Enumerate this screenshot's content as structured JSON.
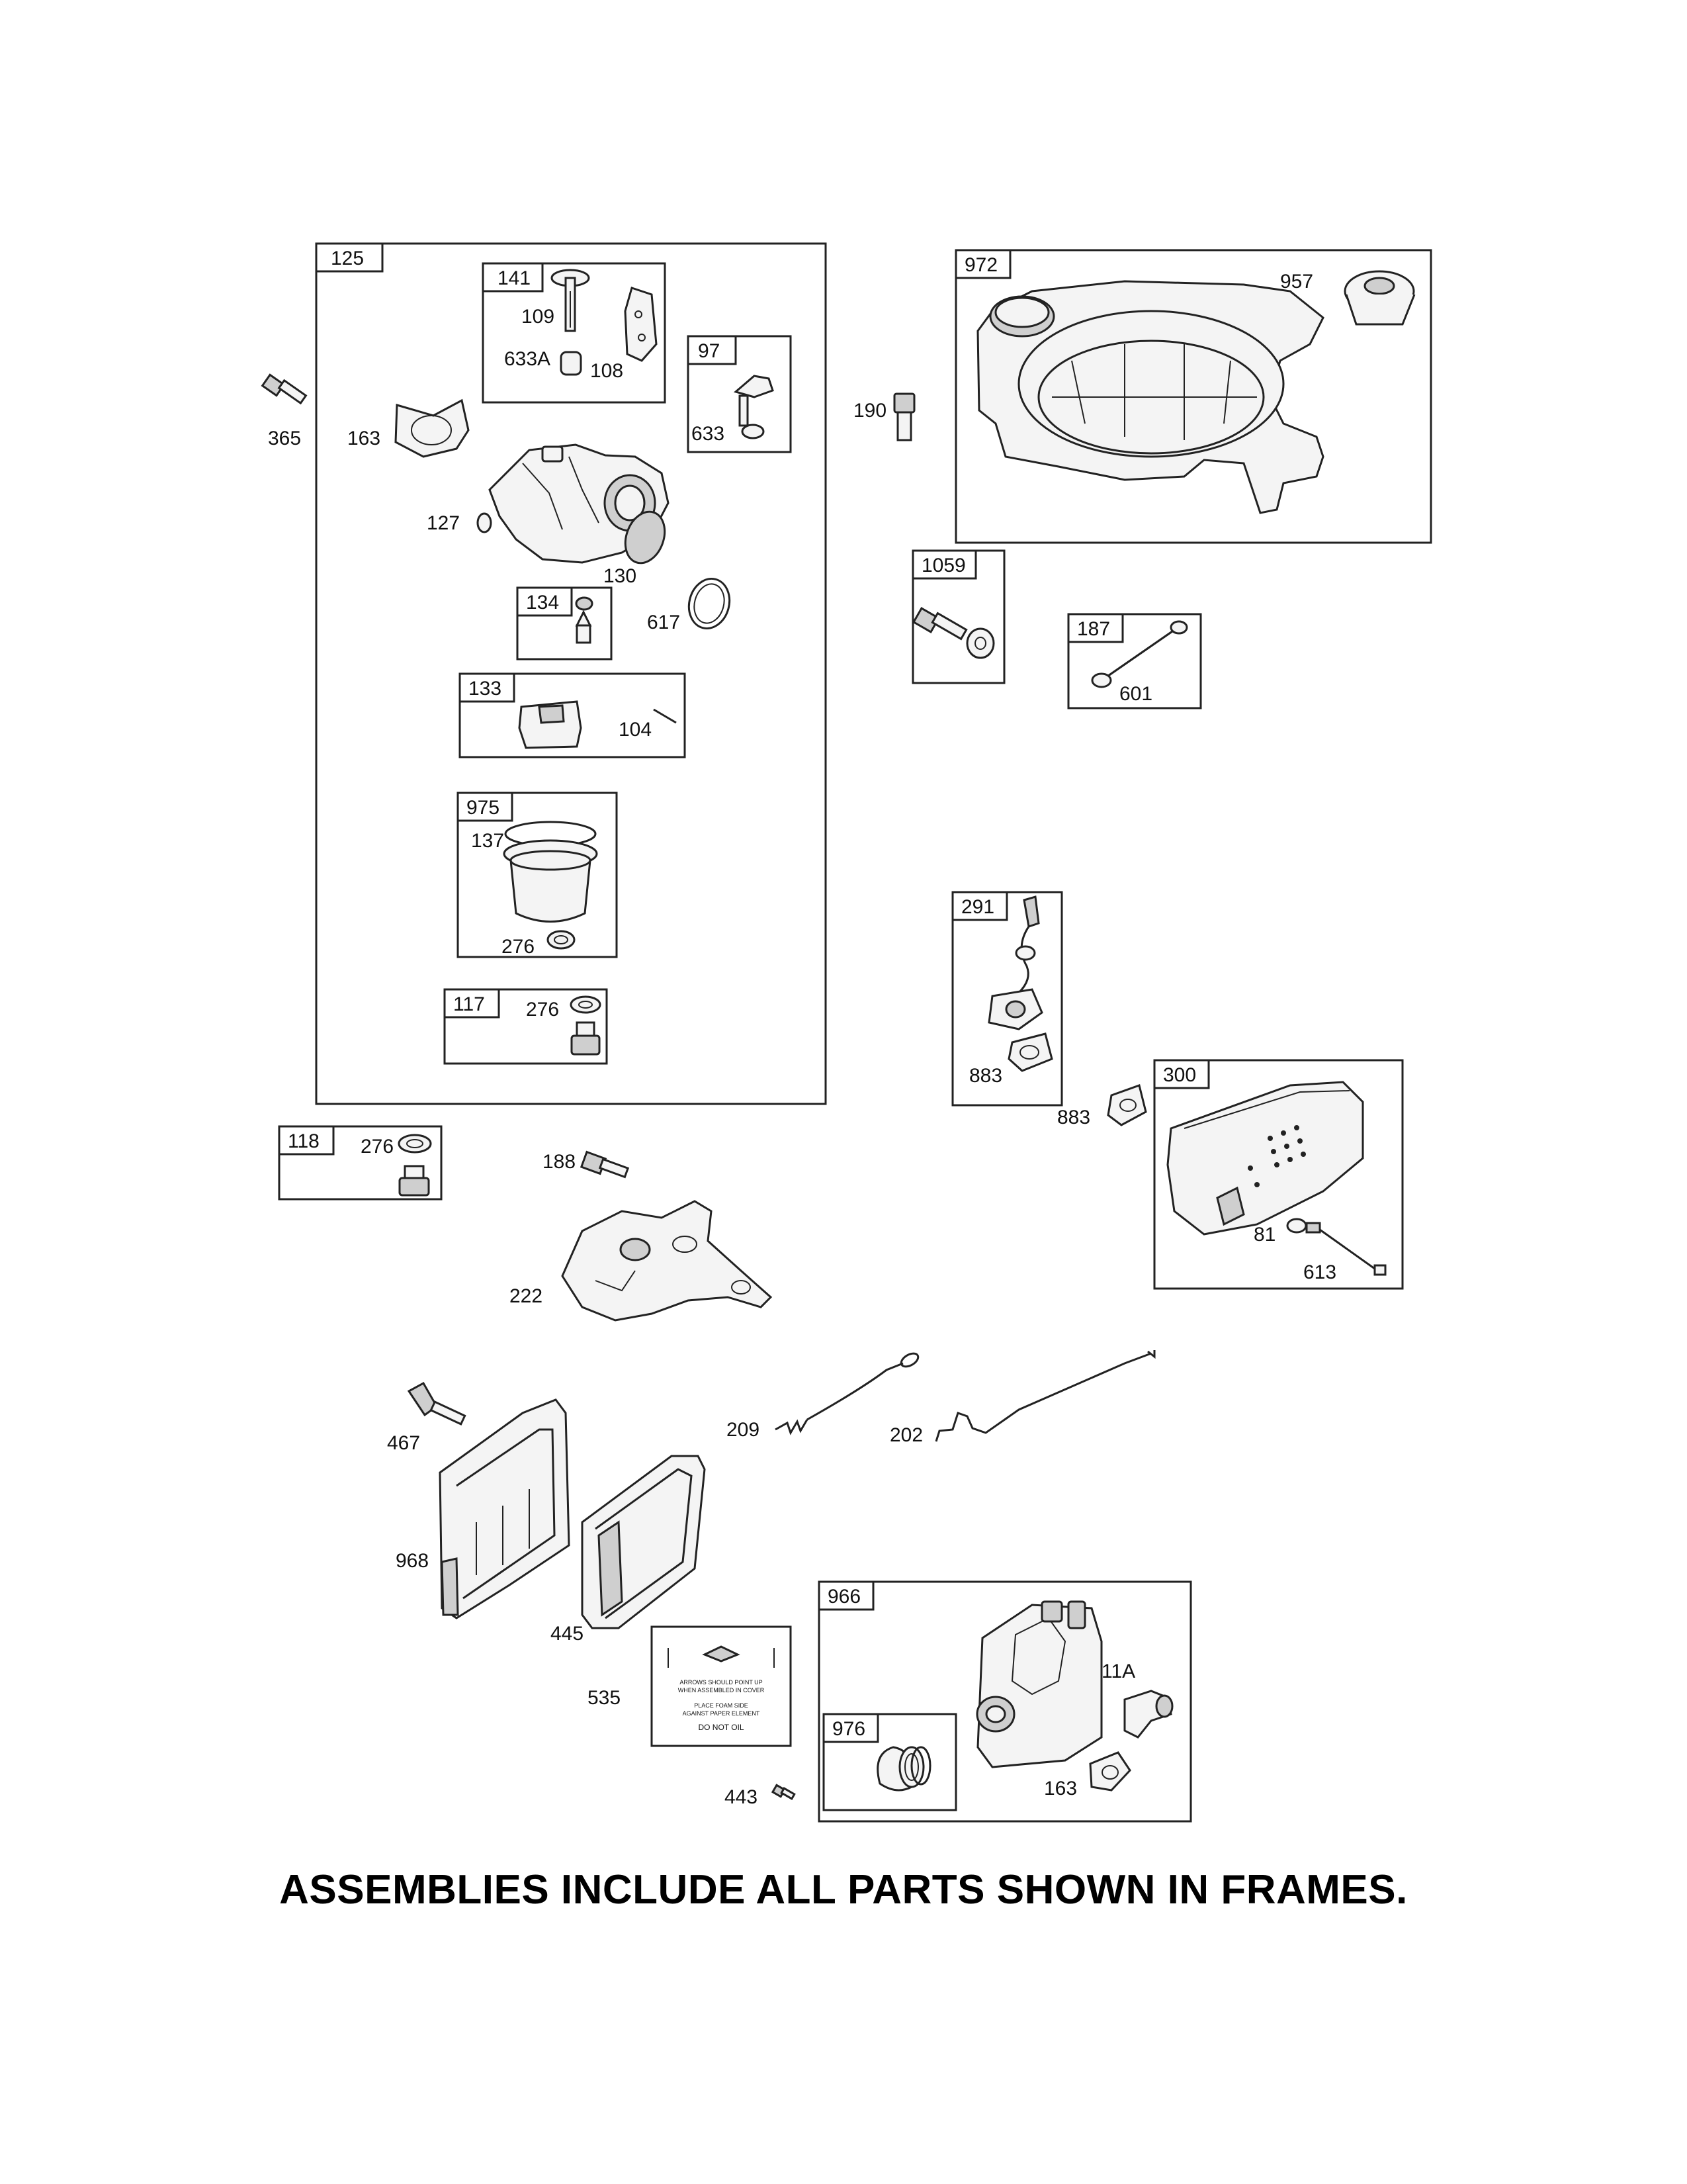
{
  "frames": {
    "f125": "125",
    "f141": "141",
    "f97": "97",
    "f134": "134",
    "f133": "133",
    "f975": "975",
    "f117": "117",
    "f118": "118",
    "f972": "972",
    "f1059": "1059",
    "f187": "187",
    "f291": "291",
    "f300": "300",
    "f966": "966",
    "f976": "976"
  },
  "labels": {
    "p365": "365",
    "p163a": "163",
    "p109": "109",
    "p633A": "633A",
    "p108": "108",
    "p633": "633",
    "p127": "127",
    "p130": "130",
    "p617": "617",
    "p104": "104",
    "p137": "137",
    "p276a": "276",
    "p276b": "276",
    "p276c": "276",
    "p190": "190",
    "p957": "957",
    "p601": "601",
    "p883a": "883",
    "p883b": "883",
    "p81": "81",
    "p613": "613",
    "p188": "188",
    "p222": "222",
    "p209": "209",
    "p202": "202",
    "p467": "467",
    "p968": "968",
    "p445": "445",
    "p535": "535",
    "p443": "443",
    "p11A": "11A",
    "p163b": "163"
  },
  "decal": {
    "line1": "ARROWS SHOULD POINT UP",
    "line2": "WHEN ASSEMBLED IN COVER",
    "line3": "PLACE FOAM SIDE",
    "line4": "AGAINST PAPER ELEMENT",
    "line5": "DO NOT OIL"
  },
  "footer": "ASSEMBLIES INCLUDE ALL PARTS SHOWN IN FRAMES."
}
